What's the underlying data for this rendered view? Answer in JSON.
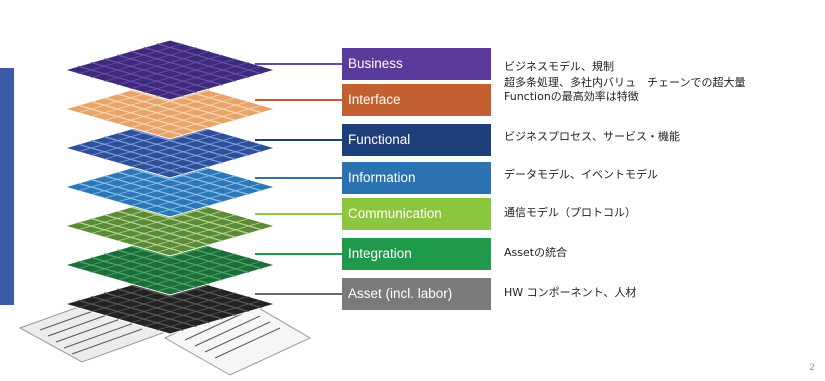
{
  "layers": [
    {
      "name": "Business",
      "color": "#5a3a9a",
      "line": "#5b4aa8",
      "description": [
        "ビジネスモデル、規制"
      ]
    },
    {
      "name": "Interface",
      "color": "#c2602f",
      "line": "#c2602f",
      "description": [
        "超多条処理、多社内バリュ　チェーンでの超大量",
        "Functionの最高効率は特徴"
      ]
    },
    {
      "name": "Functional",
      "color": "#1f3f7a",
      "line": "#1f3f7a",
      "description": [
        "ビジネスプロセス、サービス・機能"
      ]
    },
    {
      "name": "Information",
      "color": "#2a72b0",
      "line": "#2a72b0",
      "description": [
        "データモデル、イベントモデル"
      ]
    },
    {
      "name": "Communication",
      "color": "#8cc63f",
      "line": "#8cc63f",
      "description": [
        "通信モデル（プロトコル）"
      ]
    },
    {
      "name": "Integration",
      "color": "#1f9a4a",
      "line": "#1f9a4a",
      "description": [
        "Assetの統合"
      ]
    },
    {
      "name": "Asset (incl. labor)",
      "color": "#7a7a7a",
      "line": "#6a6a6a",
      "description": [
        "HW コンポーネント、人材"
      ]
    }
  ],
  "page_number": "2"
}
